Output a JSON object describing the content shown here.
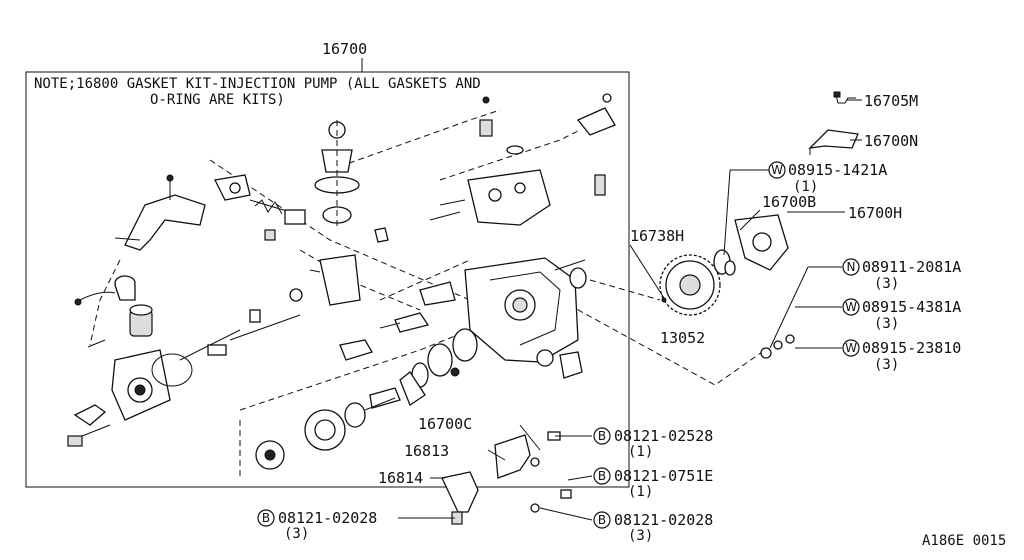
{
  "frame": {
    "title_part": "16700",
    "note_line1": "NOTE;16800 GASKET KIT-INJECTION PUMP (ALL GASKETS AND",
    "note_line2": "O-RING ARE KITS)"
  },
  "callouts": {
    "p16705M": "16705M",
    "p16700N": "16700N",
    "w1_code": "08915-1421A",
    "w1_qty": "(1)",
    "p16700B": "16700B",
    "p16700H": "16700H",
    "p16738H": "16738H",
    "n1_code": "08911-2081A",
    "n1_qty": "(3)",
    "w2_code": "08915-4381A",
    "w2_qty": "(3)",
    "p13052": "13052",
    "w3_code": "08915-23810",
    "w3_qty": "(3)",
    "p16700C": "16700C",
    "b1_code": "08121-02528",
    "b1_qty": "(1)",
    "p16813": "16813",
    "b2_code": "08121-0751E",
    "b2_qty": "(1)",
    "p16814": "16814",
    "b3_code": "08121-02028",
    "b3_qty": "(3)",
    "b4_code": "08121-02028",
    "b4_qty": "(3)"
  },
  "badges": {
    "w": "W",
    "n": "N",
    "b": "B"
  },
  "footer": {
    "ref": "A186E 0015"
  }
}
